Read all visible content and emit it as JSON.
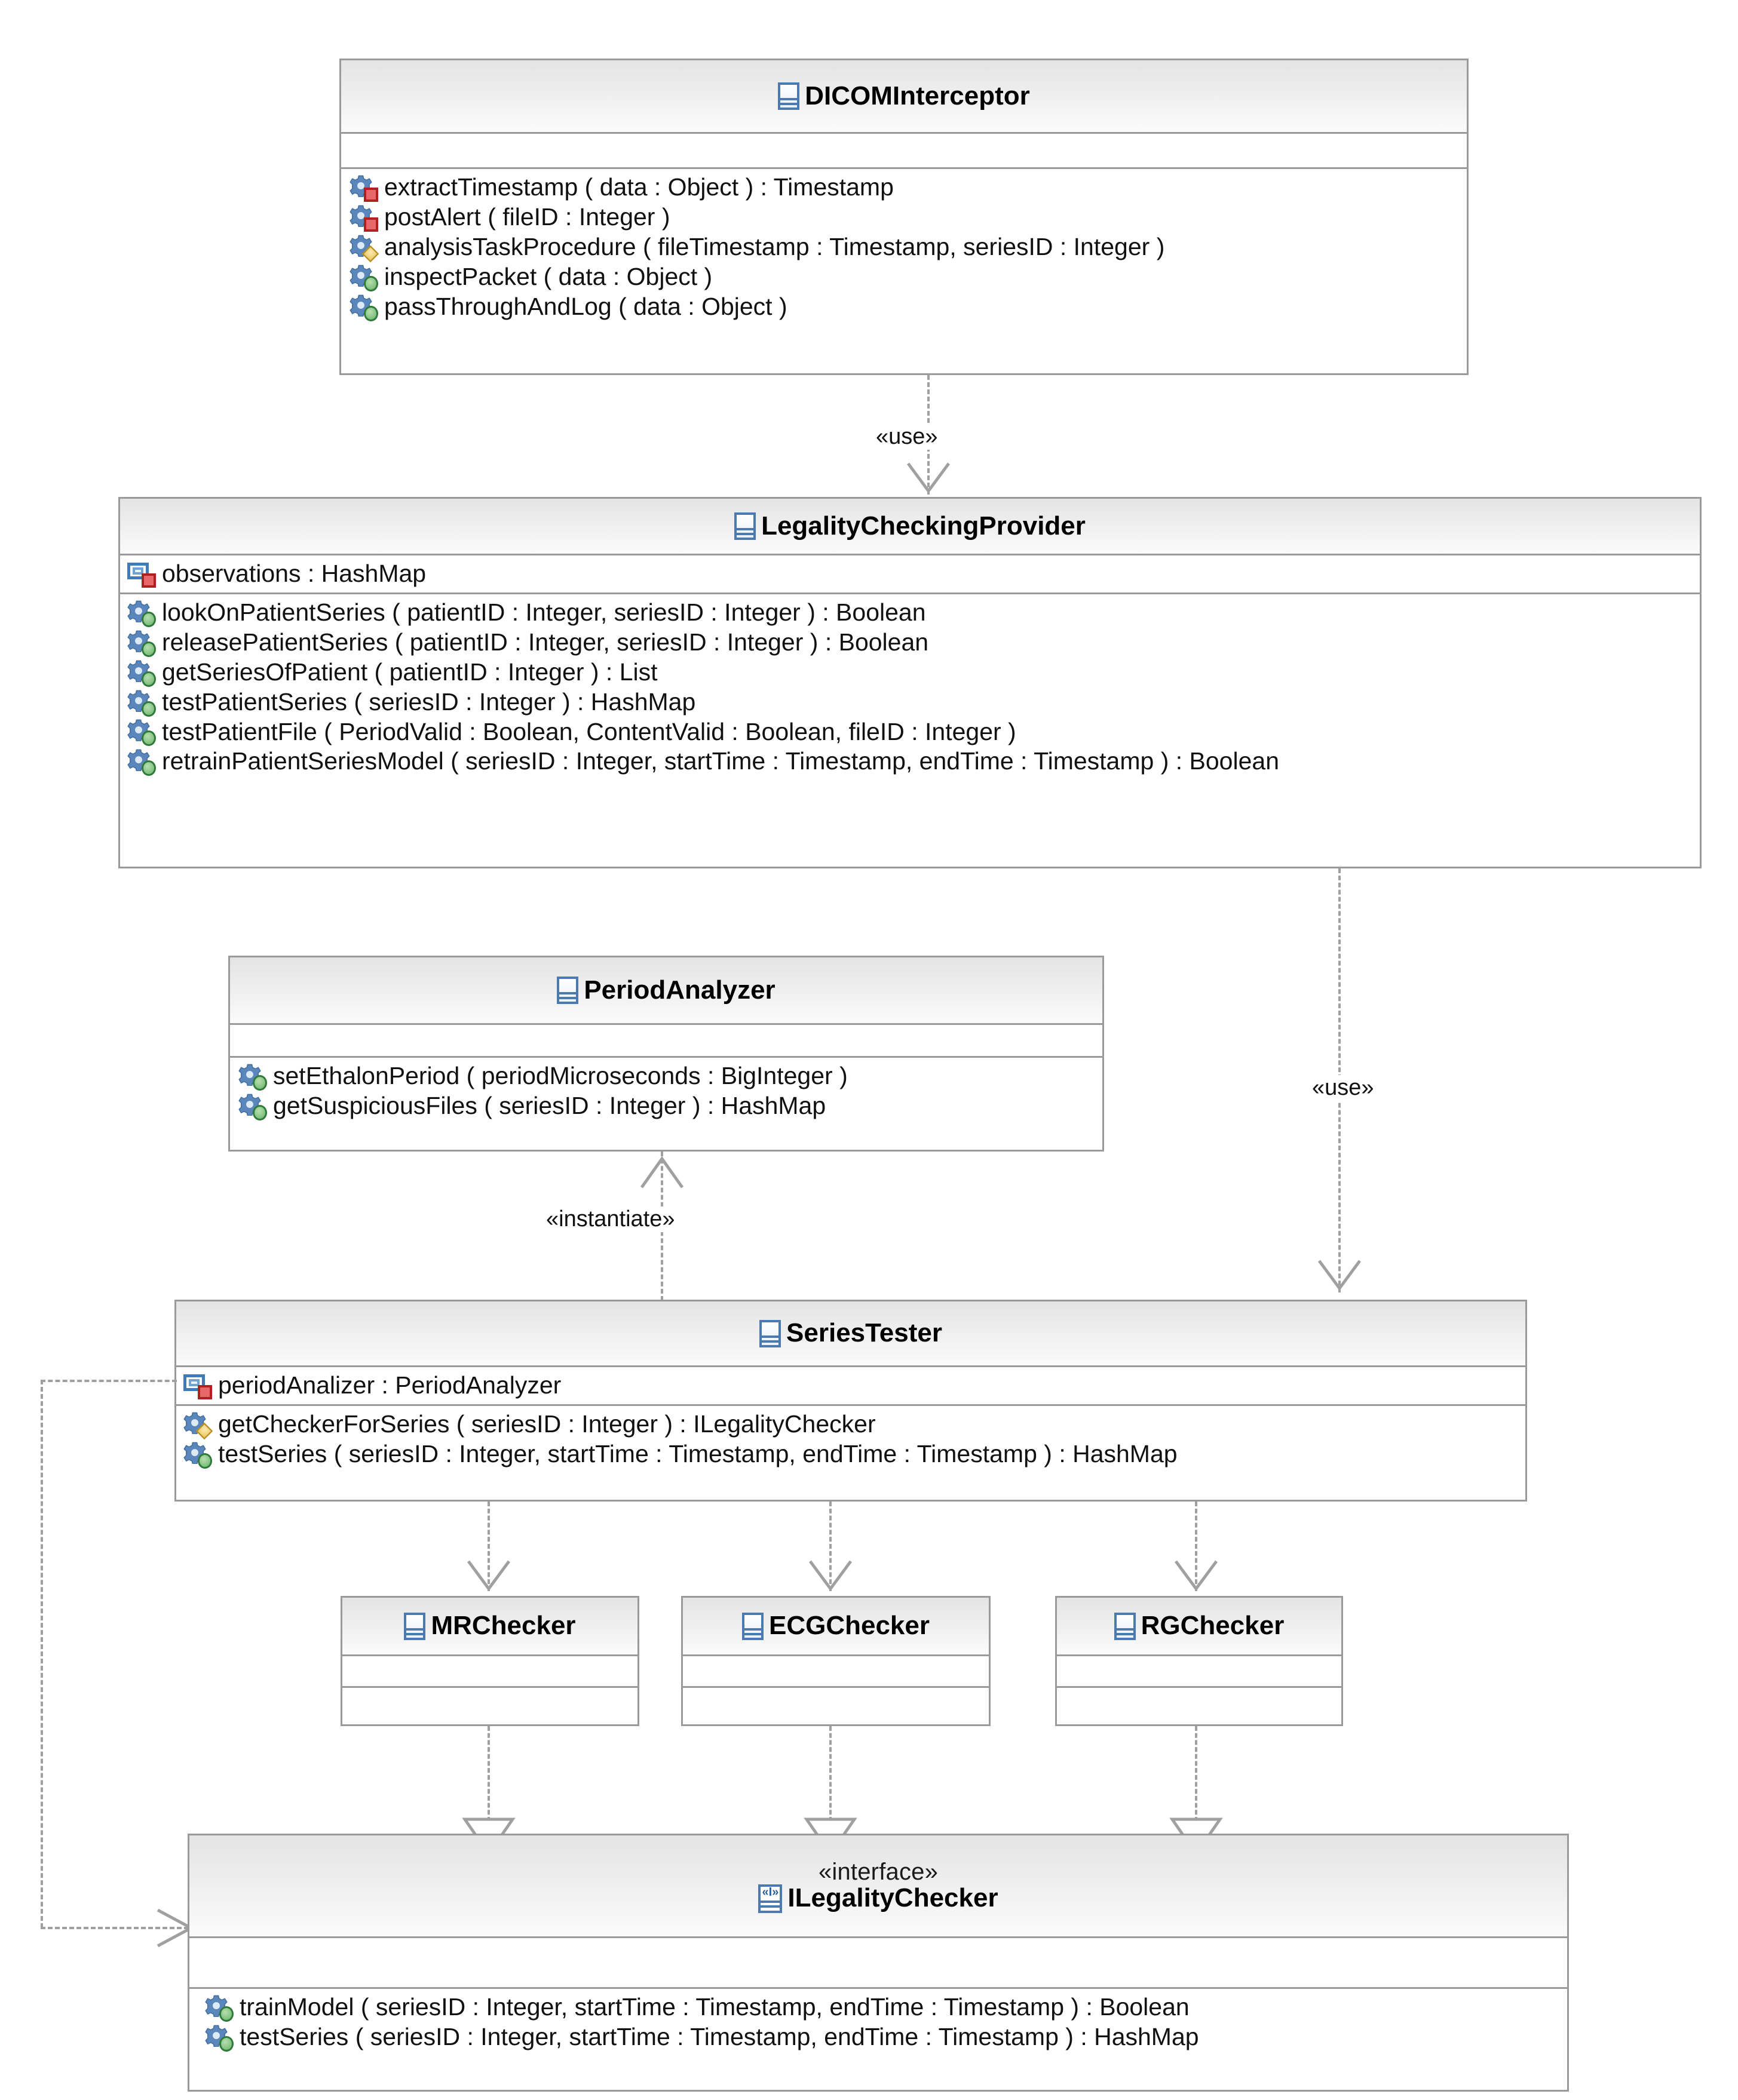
{
  "diagram": {
    "type": "UML class diagram",
    "colors": {
      "box_border": "#9a9a9a",
      "header_fill": "#eeeeee",
      "body_fill": "#ffffff",
      "connector": "#a0a0a0",
      "icon_blue": "#4a7ab0",
      "visibility_private": "#b02020",
      "visibility_protected": "#eac55a",
      "visibility_public": "#69b36a"
    }
  },
  "classes": [
    {
      "id": "dicom-interceptor",
      "name": "DICOMInterceptor",
      "icon": "class-icon",
      "stereotype": "",
      "attributes": [],
      "operations": [
        {
          "visibility": "private",
          "text": "extractTimestamp ( data : Object ) : Timestamp"
        },
        {
          "visibility": "private",
          "text": "postAlert ( fileID : Integer )"
        },
        {
          "visibility": "protected",
          "text": "analysisTaskProcedure ( fileTimestamp : Timestamp, seriesID : Integer )"
        },
        {
          "visibility": "public",
          "text": "inspectPacket ( data : Object )"
        },
        {
          "visibility": "public",
          "text": "passThroughAndLog ( data : Object )"
        }
      ]
    },
    {
      "id": "legality-checking-provider",
      "name": "LegalityCheckingProvider",
      "icon": "class-icon",
      "stereotype": "",
      "attributes": [
        {
          "visibility": "private",
          "text": "observations : HashMap"
        }
      ],
      "operations": [
        {
          "visibility": "public",
          "text": "lookOnPatientSeries ( patientID : Integer, seriesID : Integer ) : Boolean"
        },
        {
          "visibility": "public",
          "text": "releasePatientSeries ( patientID : Integer, seriesID : Integer ) : Boolean"
        },
        {
          "visibility": "public",
          "text": "getSeriesOfPatient ( patientID : Integer ) : List"
        },
        {
          "visibility": "public",
          "text": "testPatientSeries ( seriesID : Integer ) : HashMap"
        },
        {
          "visibility": "public",
          "text": "testPatientFile ( PeriodValid : Boolean, ContentValid : Boolean, fileID : Integer )"
        },
        {
          "visibility": "public",
          "text": "retrainPatientSeriesModel ( seriesID : Integer, startTime : Timestamp, endTime : Timestamp ) : Boolean"
        }
      ]
    },
    {
      "id": "period-analyzer",
      "name": "PeriodAnalyzer",
      "icon": "class-icon",
      "stereotype": "",
      "attributes": [],
      "operations": [
        {
          "visibility": "public",
          "text": "setEthalonPeriod ( periodMicroseconds : BigInteger )"
        },
        {
          "visibility": "public",
          "text": "getSuspiciousFiles ( seriesID : Integer ) : HashMap"
        }
      ]
    },
    {
      "id": "series-tester",
      "name": "SeriesTester",
      "icon": "class-icon",
      "stereotype": "",
      "attributes": [
        {
          "visibility": "private",
          "text": "periodAnalizer : PeriodAnalyzer"
        }
      ],
      "operations": [
        {
          "visibility": "protected",
          "text": "getCheckerForSeries ( seriesID : Integer ) : ILegalityChecker"
        },
        {
          "visibility": "public",
          "text": "testSeries ( seriesID : Integer, startTime : Timestamp, endTime : Timestamp ) : HashMap"
        }
      ]
    },
    {
      "id": "mr-checker",
      "name": "MRChecker",
      "icon": "class-icon",
      "stereotype": "",
      "attributes": [],
      "operations": []
    },
    {
      "id": "ecg-checker",
      "name": "ECGChecker",
      "icon": "class-icon",
      "stereotype": "",
      "attributes": [],
      "operations": []
    },
    {
      "id": "rg-checker",
      "name": "RGChecker",
      "icon": "class-icon",
      "stereotype": "",
      "attributes": [],
      "operations": []
    },
    {
      "id": "ilegality-checker",
      "name": "ILegalityChecker",
      "icon": "interface-icon",
      "stereotype": "«interface»",
      "attributes": [],
      "operations": [
        {
          "visibility": "public",
          "text": "trainModel ( seriesID : Integer, startTime : Timestamp, endTime : Timestamp ) : Boolean"
        },
        {
          "visibility": "public",
          "text": "testSeries ( seriesID : Integer, startTime : Timestamp, endTime : Timestamp ) : HashMap"
        }
      ]
    }
  ],
  "connectors": [
    {
      "id": "use-interceptor-provider",
      "label": "«use»",
      "from": "dicom-interceptor",
      "to": "legality-checking-provider",
      "kind": "dependency"
    },
    {
      "id": "use-provider-seriestester",
      "label": "«use»",
      "from": "legality-checking-provider",
      "to": "series-tester",
      "kind": "dependency"
    },
    {
      "id": "instantiate-st-pa",
      "label": "«instantiate»",
      "from": "series-tester",
      "to": "period-analyzer",
      "kind": "dependency"
    },
    {
      "id": "dep-st-mr",
      "label": "",
      "from": "series-tester",
      "to": "mr-checker",
      "kind": "dependency"
    },
    {
      "id": "dep-st-ecg",
      "label": "",
      "from": "series-tester",
      "to": "ecg-checker",
      "kind": "dependency"
    },
    {
      "id": "dep-st-rg",
      "label": "",
      "from": "series-tester",
      "to": "rg-checker",
      "kind": "dependency"
    },
    {
      "id": "realize-mr-iface",
      "label": "",
      "from": "mr-checker",
      "to": "ilegality-checker",
      "kind": "realization"
    },
    {
      "id": "realize-ecg-iface",
      "label": "",
      "from": "ecg-checker",
      "to": "ilegality-checker",
      "kind": "realization"
    },
    {
      "id": "realize-rg-iface",
      "label": "",
      "from": "rg-checker",
      "to": "ilegality-checker",
      "kind": "realization"
    },
    {
      "id": "dep-st-iface",
      "label": "",
      "from": "series-tester",
      "to": "ilegality-checker",
      "kind": "dependency"
    }
  ]
}
